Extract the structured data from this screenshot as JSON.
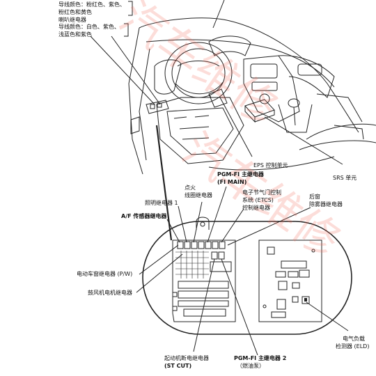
{
  "callout_topleft": {
    "line1": "导线颜色：粉红色、紫色、",
    "line2": "粉红色和黄色",
    "heading": "喇叭继电器",
    "line3": "导线颜色：白色、紫色、",
    "line4": "浅蓝色和紫色"
  },
  "labels": {
    "eps_unit": "EPS 控制单元",
    "pgm_fi_main_1": "PGM-FI 主继电器",
    "pgm_fi_main_2": "(FI MAIN)",
    "ignition_1": "点火",
    "ignition_2": "线圈继电器",
    "etcs_1": "电子节气门控制",
    "etcs_2": "系统 (ETCS)",
    "etcs_3": "控制继电器",
    "rear_defog_1": "后窗",
    "rear_defog_2": "除雾器继电器",
    "lighting_relay": "照明继电器 1",
    "af_sensor_relay": "A/F 传感器继电器",
    "srs_unit": "SRS 单元",
    "power_window_relay": "电动车窗继电器 (P/W)",
    "blower_relay": "鼓风机电机继电器",
    "starter_cut_1": "起动机断电继电器",
    "starter_cut_2": "(ST CUT)",
    "pgm_fi_main2_1": "PGM-FI 主继电器 2",
    "pgm_fi_main2_2": "（燃油泵）",
    "eld_1": "电气负载",
    "eld_2": "检测器 (ELD)"
  },
  "colors": {
    "line": "#222222",
    "watermark": "#f06450"
  },
  "watermark_text": "汽车维修"
}
